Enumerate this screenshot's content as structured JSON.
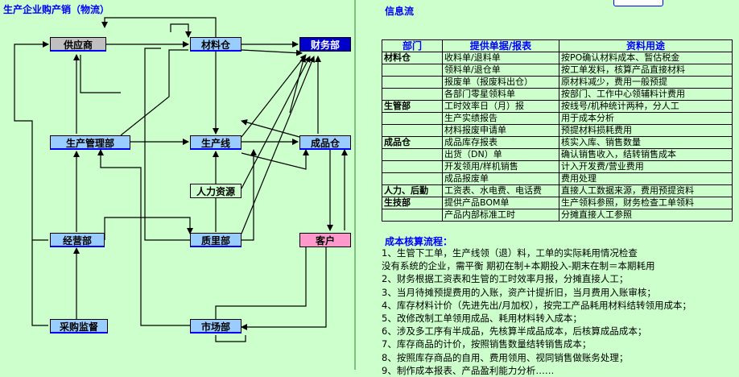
{
  "left_title": "生产企业购产销（物流）",
  "right_title": "信息流",
  "nodes": {
    "supplier": "供应商",
    "material_warehouse": "材料仓",
    "finance": "财务部",
    "production_mgmt": "生产管理部",
    "production_line": "生产线",
    "finished_warehouse": "成品仓",
    "hr": "人力资源",
    "management": "经营部",
    "quality": "质里部",
    "customer": "客户",
    "purchasing": "采购监督",
    "market": "市场部"
  },
  "table": {
    "headers": [
      "部门",
      "提供单据/报表",
      "资料用途"
    ],
    "rows": [
      [
        "材料仓",
        "收料单/退料单",
        "按PO确认材料成本、暂估税金"
      ],
      [
        "",
        "领料单/退仓单",
        "按工单发料，核算产品直接材料"
      ],
      [
        "",
        "报废单（报废料出仓）",
        "原材料减少，费用一般预提"
      ],
      [
        "",
        "各部门零星领料单",
        "按部门、工作中心领辅料计费用"
      ],
      [
        "生管部",
        "工时效率日（月）报",
        "按线号/机种统计两种，分人工"
      ],
      [
        "",
        "生产实绩报告",
        "用于成本分析"
      ],
      [
        "",
        "材料报废申请单",
        "预提材料损耗费用"
      ],
      [
        "成品仓",
        "成品库存报表",
        "核实入库、销售数量"
      ],
      [
        "",
        "出货（DN）单",
        "确认销售收入，结转销售成本"
      ],
      [
        "",
        "开发领用/样机销售",
        "计入开发费/营业费用"
      ],
      [
        "",
        "成品报废单",
        "费用处理"
      ],
      [
        "人力、后勤",
        "工资表、水电费、电话费",
        "直接人工数据来源，费用预提资料"
      ],
      [
        "生技部",
        "提供产品BOM单",
        "生产领料参照，财务检查工单领料"
      ],
      [
        "",
        "产品内部标准工时",
        "分摊直接人工参照"
      ]
    ]
  },
  "cost": {
    "title": "成本核算流程：",
    "items": [
      "1、生管下工单，生产线领（退）料，工单的实际耗用情况检查",
      "没有系统的企业，需平衡 期初在制+本期投入-期末在制＝本期耗用",
      "2、财务根据工资表和生管的工时效率月报，分摊直接人工；",
      "3、当月待摊预提费用的入账，资产计提折旧，当月费用入账审核；",
      "4、库存材料计价（先进先出/月加权），按完工产品耗用材料结转领用成本；",
      "5、改修改制工单领用成品、耗用材料转入成本；",
      "6、涉及多工序有半成品，先核算半成品成本，后核算成品成本；",
      "7、库存商品的计价，按照销售数量结转销售成本；",
      "8、按照库存商品的自用、费用领用、视同销售做账务处理；",
      "9、制作成本报表、产品盈利能力分析……"
    ]
  }
}
